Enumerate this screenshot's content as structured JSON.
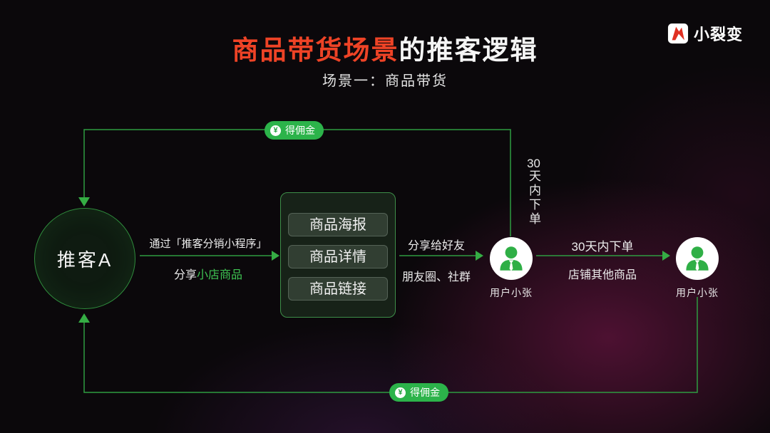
{
  "header": {
    "title_highlight": "商品带货场景",
    "title_rest": "的推客逻辑",
    "subtitle": "场景一：商品带货",
    "brand": "小裂变"
  },
  "colors": {
    "title_red": "#ee4326",
    "accent_green": "#2cb34a",
    "line_green": "#2e9c41",
    "text_green": "#3fc553",
    "brand_red": "#e03022",
    "background": "#0b080b",
    "glow_magenta": "#8f1a58"
  },
  "diagram": {
    "promoter_label": "推客A",
    "step1": {
      "top": "通过「推客分销小程序」",
      "bottom_prefix": "分享",
      "bottom_highlight": "小店商品"
    },
    "assets_box": {
      "items": [
        "商品海报",
        "商品详情",
        "商品链接"
      ]
    },
    "step2": {
      "top": "分享给好友",
      "bottom": "朋友圈、社群"
    },
    "user1_label": "用户小张",
    "step3": {
      "top": "30天内下单",
      "bottom": "店铺其他商品"
    },
    "user2_label": "用户小张",
    "vertical_note": {
      "digits": "30",
      "chars": "天内下单"
    },
    "commission_top": "得佣金",
    "commission_bottom": "得佣金",
    "yen_symbol": "¥"
  }
}
